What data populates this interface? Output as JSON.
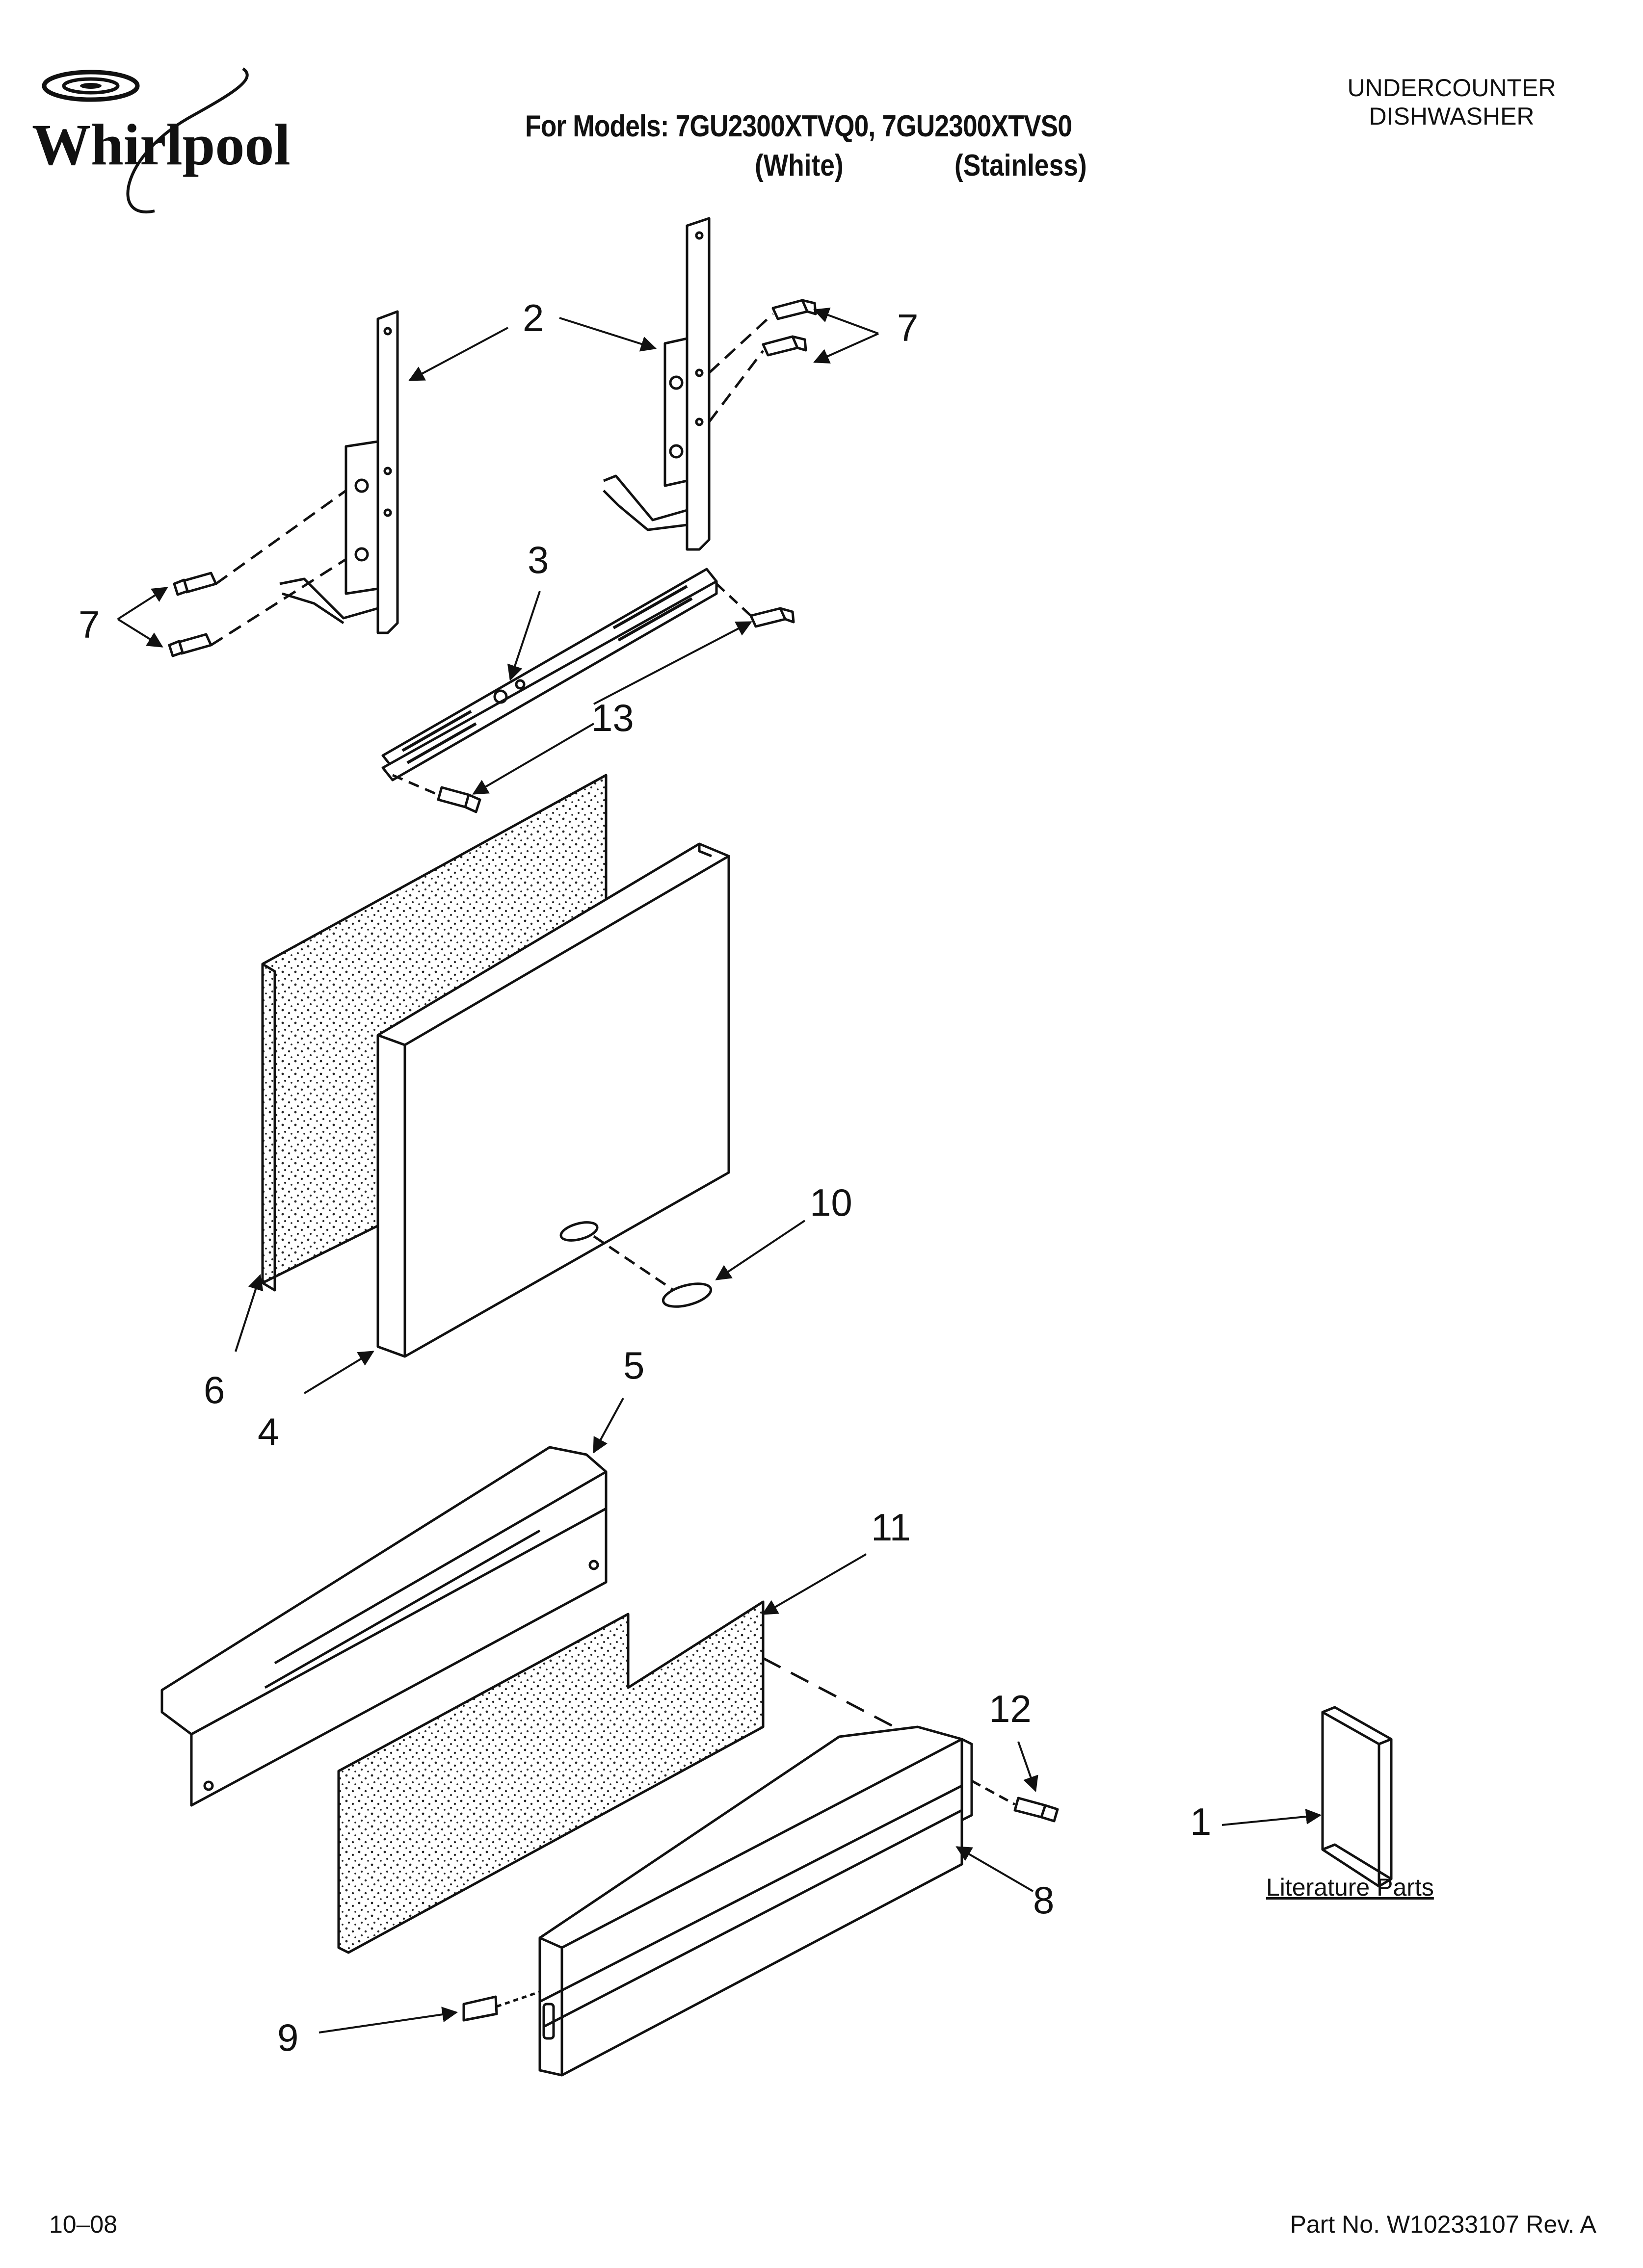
{
  "header": {
    "brand": "Whirlpool",
    "models_line": "For Models: 7GU2300XTVQ0, 7GU2300XTVS0",
    "variant_white": "(White)",
    "variant_stainless": "(Stainless)",
    "product_type_line1": "UNDERCOUNTER",
    "product_type_line2": "DISHWASHER"
  },
  "callouts": {
    "c1": "1",
    "c2": "2",
    "c3": "3",
    "c4": "4",
    "c5": "5",
    "c6": "6",
    "c7a": "7",
    "c7b": "7",
    "c8": "8",
    "c9": "9",
    "c10": "10",
    "c11": "11",
    "c12": "12",
    "c13": "13"
  },
  "literature_label": "Literature Parts",
  "footer": {
    "date": "10–08",
    "part_number": "Part No. W10233107 Rev. A"
  },
  "colors": {
    "ink": "#111111",
    "background": "#ffffff"
  }
}
